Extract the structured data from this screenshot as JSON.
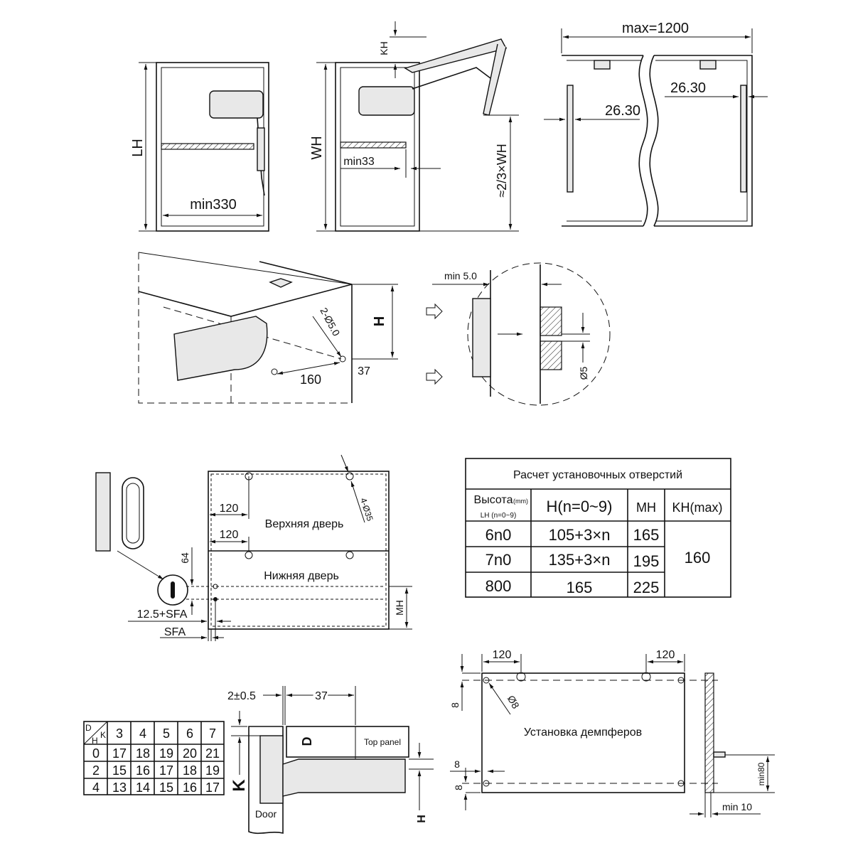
{
  "top_views": {
    "side_view": {
      "height_label": "LH",
      "depth_label": "min330"
    },
    "open_view": {
      "kh_label": "KH",
      "wh_label": "WH",
      "min_gap_label": "min33",
      "mount_label": "≈2/3×WH"
    },
    "front_view": {
      "width_label": "max=1200",
      "offset_left": "26.30",
      "offset_right": "26.30"
    }
  },
  "mounting_views": {
    "perspective": {
      "h_label": "H",
      "holes_label": "2-Ø5.0",
      "dist_160": "160",
      "dist_37": "37"
    },
    "detail": {
      "min_label": "min 5.0",
      "diameter_label": "Ø5"
    }
  },
  "door_layout": {
    "upper_door": "Верхняя дверь",
    "lower_door": "Нижняя дверь",
    "offset_top": "120",
    "offset_mid": "120",
    "holes_label": "4-Ø35",
    "dim_64": "64",
    "sfa_offset": "12.5+SFA",
    "sfa": "SFA",
    "mh_label": "MH"
  },
  "holes_table": {
    "title": "Расчет установочных отверстий",
    "header": {
      "height_main": "Высота",
      "height_unit": "(mm)",
      "height_sub": "LH   (n=0~9)",
      "h": "H(n=0~9)",
      "mh": "MH",
      "kh": "KH(max)"
    },
    "rows": [
      {
        "lh": "6n0",
        "h": "105+3×n",
        "mh": "165"
      },
      {
        "lh": "7n0",
        "h": "135+3×n",
        "mh": "195"
      },
      {
        "lh": "800",
        "h": "165",
        "mh": "225"
      }
    ],
    "kh_value": "160"
  },
  "dk_table": {
    "corner_d": "D",
    "corner_k": "K",
    "corner_h": "H",
    "k_values": [
      "3",
      "4",
      "5",
      "6",
      "7"
    ],
    "rows": [
      {
        "h": "0",
        "values": [
          "17",
          "18",
          "19",
          "20",
          "21"
        ]
      },
      {
        "h": "2",
        "values": [
          "15",
          "16",
          "17",
          "18",
          "19"
        ]
      },
      {
        "h": "4",
        "values": [
          "13",
          "14",
          "15",
          "16",
          "17"
        ]
      }
    ]
  },
  "hinge_section": {
    "gap_label": "2±0.5",
    "dist_label": "37",
    "d_label": "D",
    "top_panel": "Top panel",
    "k_label": "K",
    "door": "Door",
    "h_label": "H"
  },
  "damper_layout": {
    "title": "Установка демпферов",
    "left_120": "120",
    "right_120": "120",
    "dia_label": "Ø8",
    "top_8": "8",
    "side_8": "8",
    "bottom_8": "8",
    "min80": "min80",
    "min10": "min 10"
  }
}
